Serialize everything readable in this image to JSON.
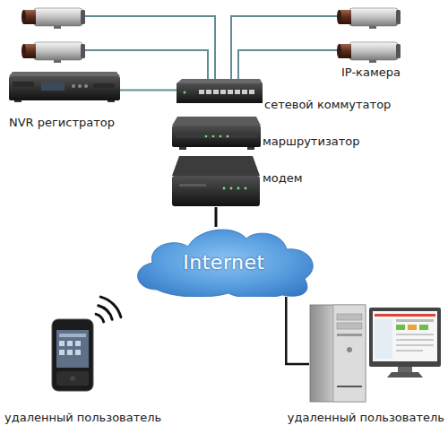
{
  "diagram": {
    "nodes": [
      {
        "text": [
          "NVR регистратор"
        ]
      },
      {
        "text": [
          "сетевой коммутатор"
        ]
      },
      {
        "text": [
          "маршрутизатор"
        ]
      },
      {
        "text": [
          "модем"
        ]
      },
      {
        "text": [
          "Internet"
        ]
      },
      {
        "text": [
          "удаленный пользователь"
        ]
      },
      {
        "text": [
          "удаленный пользователь"
        ]
      }
    ],
    "edges": [
      {
        "from": 0,
        "to": 1,
        "arrow": "none"
      },
      {
        "from": 3,
        "to": 4,
        "arrow": "none"
      },
      {
        "from": 4,
        "to": 6,
        "arrow": "none"
      }
    ],
    "labels": [
      "IP-камера"
    ]
  }
}
